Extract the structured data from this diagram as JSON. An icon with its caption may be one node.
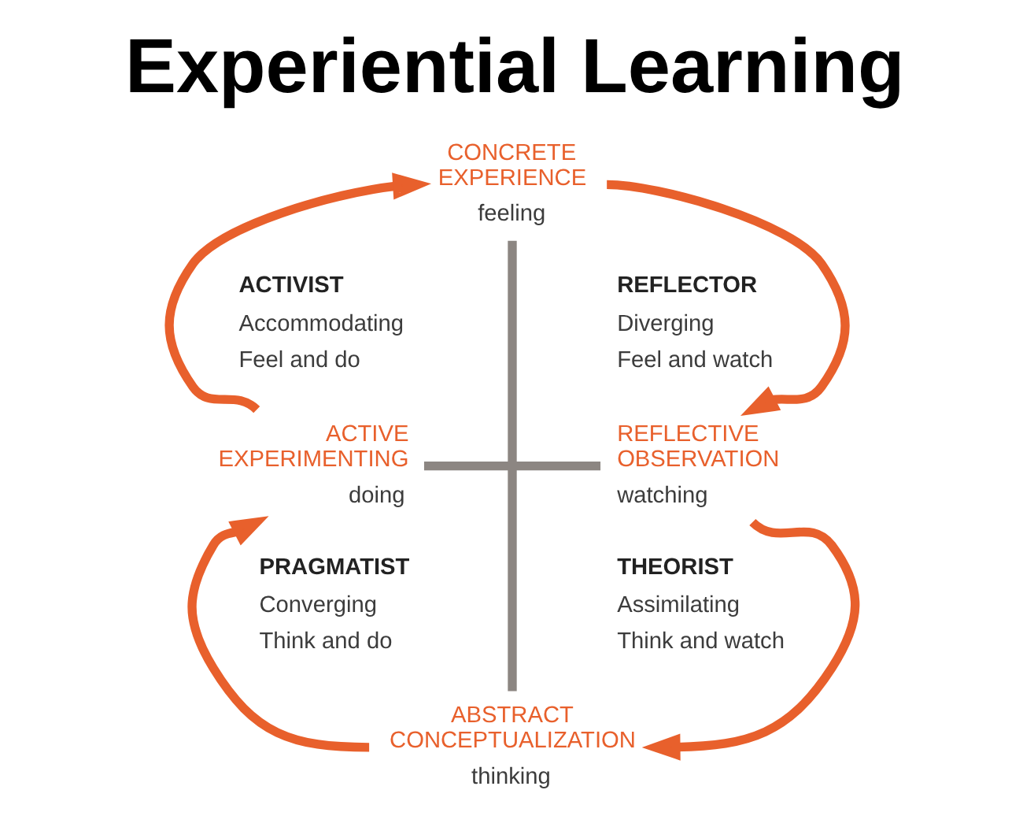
{
  "diagram": {
    "title": "Experiential Learning",
    "nodes": [
      {
        "text": [
          "CONCRETE EXPERIENCE",
          "feeling"
        ]
      },
      {
        "text": [
          "ACTIVE EXPERIMENTING",
          "doing"
        ]
      },
      {
        "text": [
          "REFLECTIVE OBSERVATION",
          "watching"
        ]
      },
      {
        "text": [
          "ABSTRACT CONCEPTUALIZATION",
          "thinking"
        ]
      }
    ],
    "edges": [
      {
        "from": 0,
        "to": 2,
        "arrow": "to"
      },
      {
        "from": 2,
        "to": 3,
        "arrow": "to"
      },
      {
        "from": 3,
        "to": 1,
        "arrow": "to"
      },
      {
        "from": 1,
        "to": 0,
        "arrow": "to"
      },
      {
        "from": 0,
        "to": 3,
        "arrow": "none",
        "color": "#8c8682"
      },
      {
        "from": 1,
        "to": 2,
        "arrow": "none",
        "color": "#8c8682"
      }
    ],
    "labels": [
      "ACTIVIST",
      "Accommodating",
      "Feel and do",
      "REFLECTOR",
      "Diverging",
      "Feel and watch",
      "PRAGMATIST",
      "Converging",
      "Think and do",
      "THEORIST",
      "Assimilating",
      "Think and watch"
    ]
  }
}
